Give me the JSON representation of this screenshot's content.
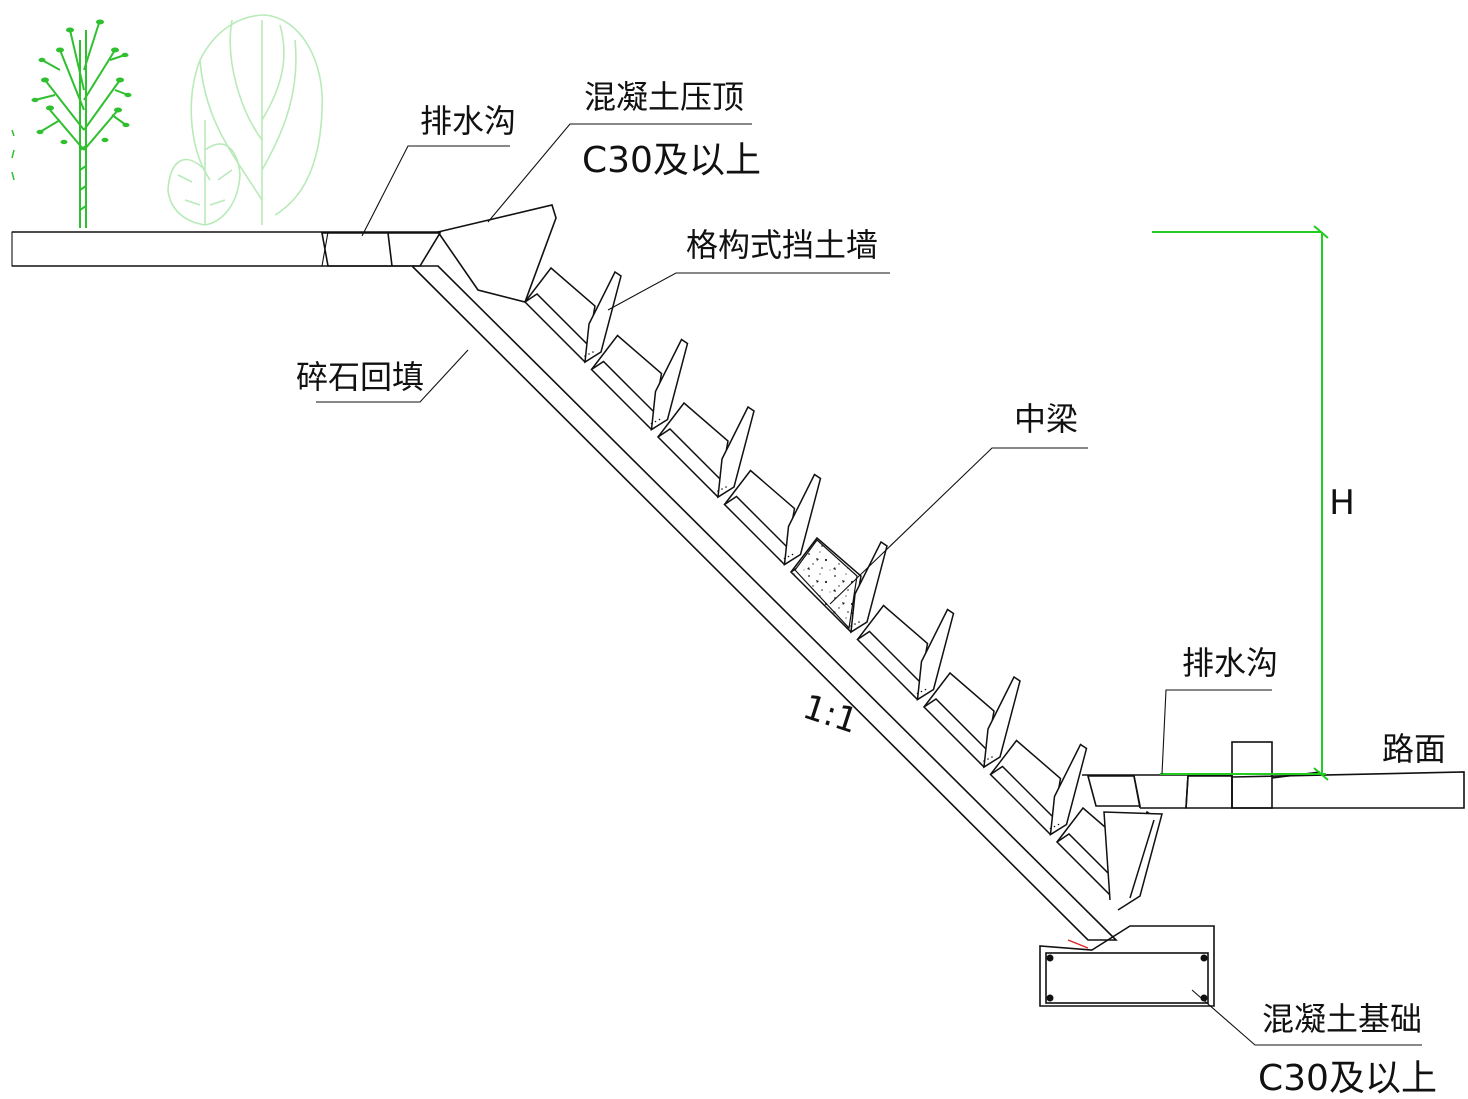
{
  "labels": {
    "drain_top": "排水沟",
    "cap_line1": "混凝土压顶",
    "cap_line2": "C30及以上",
    "lattice_wall": "格构式挡土墙",
    "gravel_backfill": "碎石回填",
    "middle_beam": "中梁",
    "drain_bottom": "排水沟",
    "road_surface": "路面",
    "foundation_line1": "混凝土基础",
    "foundation_line2": "C30及以上",
    "slope_ratio": "1:1",
    "height_mark": "H"
  },
  "colors": {
    "line": "#111111",
    "dimension": "#22cc22",
    "tree_dark": "#2fbf2f",
    "tree_light": "#b9eab9",
    "concrete_fill": "#ffffff"
  },
  "icons": {
    "tree_left": "tree-icon",
    "tree_right": "tree-icon"
  }
}
